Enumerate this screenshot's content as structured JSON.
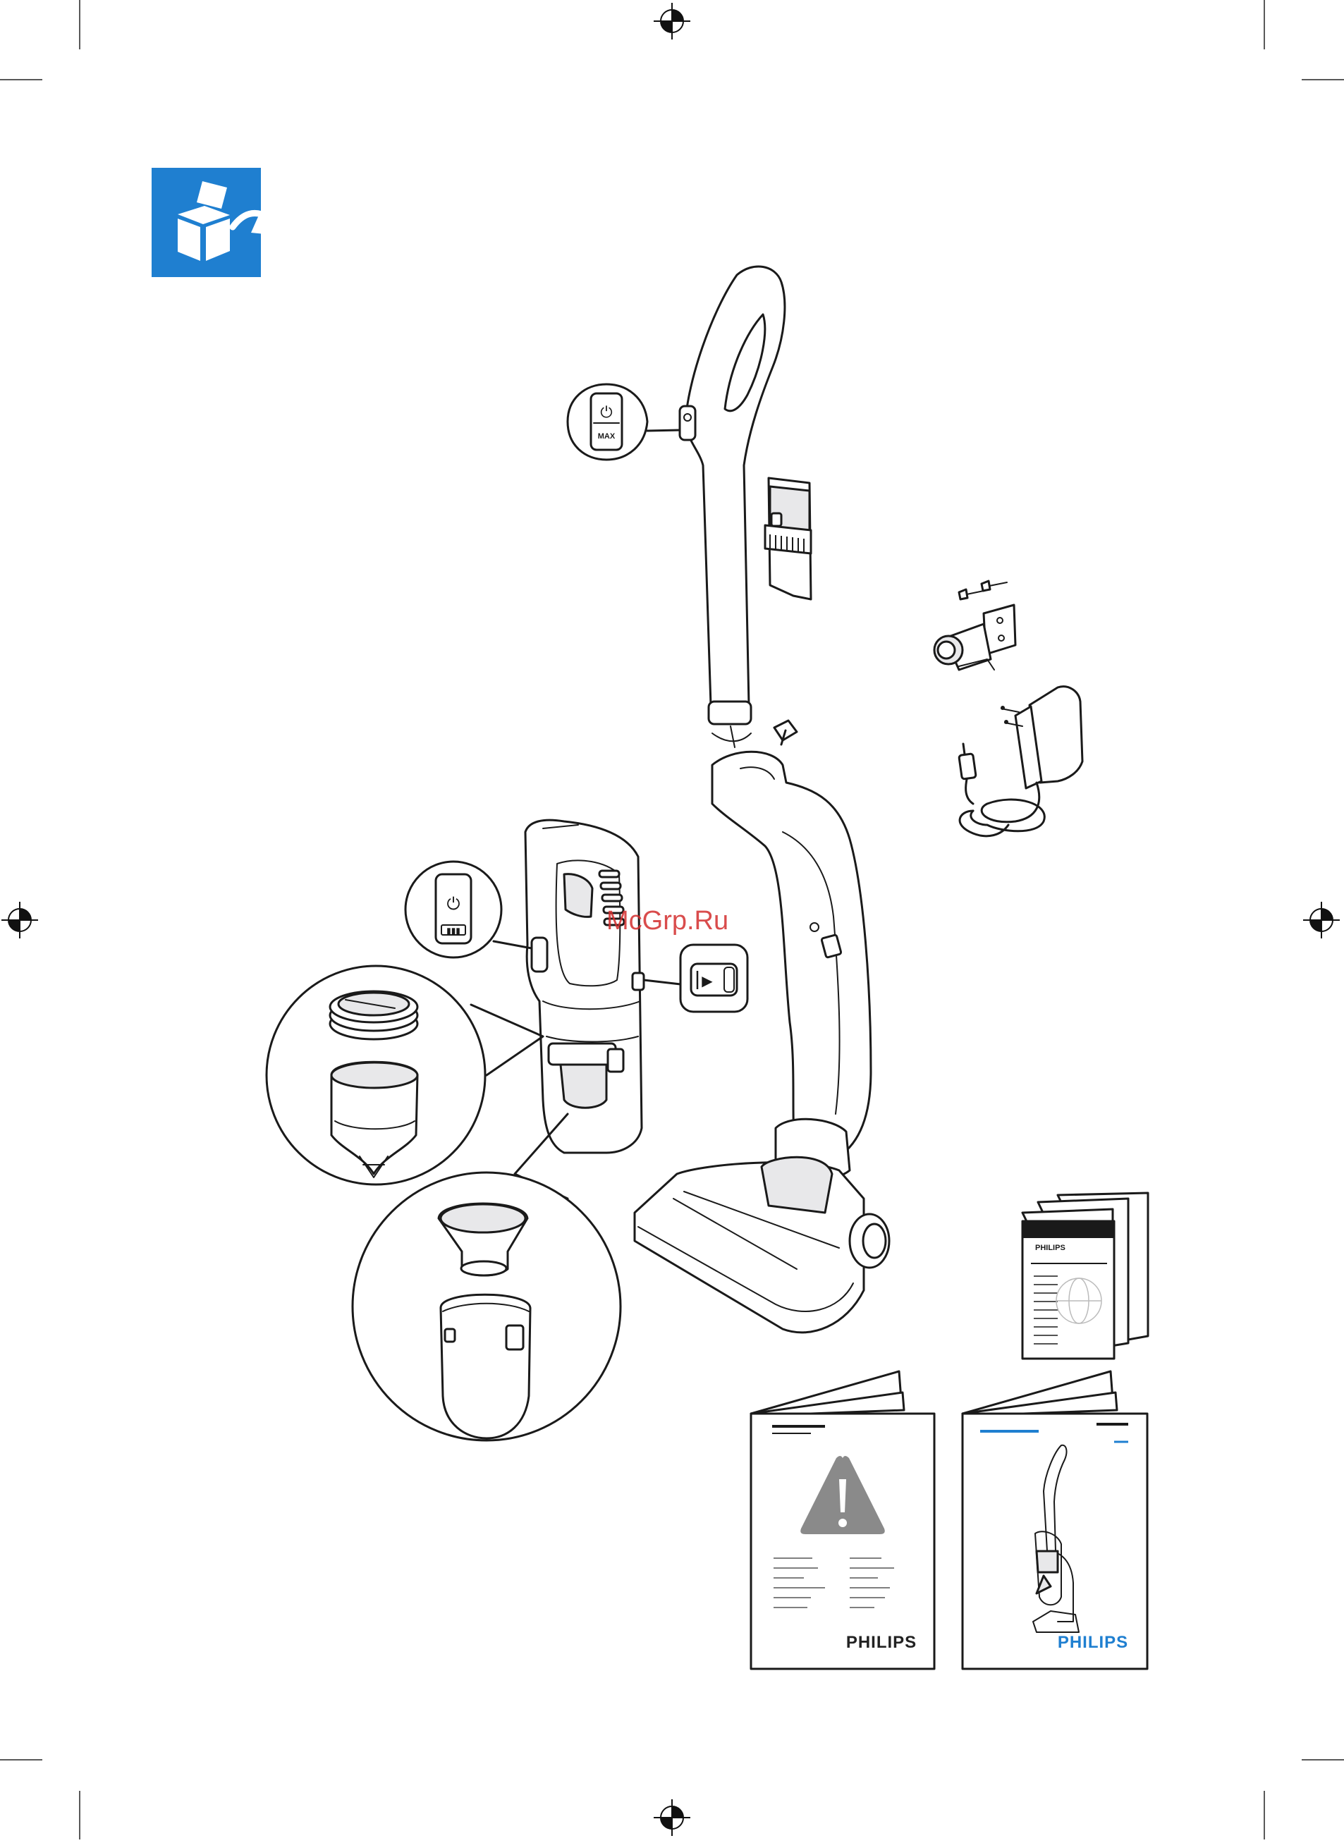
{
  "watermark": "McGrp.Ru",
  "badge": {
    "icon": "unpacking-box-icon",
    "color": "#1f7fd0"
  },
  "handle_callout": {
    "power_symbol": "⏻",
    "max_label": "MAX"
  },
  "handheld_callout": {
    "power_symbol": "⏻",
    "battery_symbol": "▮▮▮"
  },
  "release_callout": {
    "release_symbol": "▶"
  },
  "brand": {
    "name": "PHILIPS",
    "color_dark": "#222222",
    "color_blue": "#1f7fd0"
  },
  "booklets": {
    "user_manual_brand": "PHILIPS",
    "safety_leaflet_brand": "PHILIPS",
    "quick_start_brand": "PHILIPS"
  },
  "colors": {
    "line": "#1a1a1a",
    "warning_gray": "#8a8a8a",
    "watermark_red": "#d22d2d"
  }
}
